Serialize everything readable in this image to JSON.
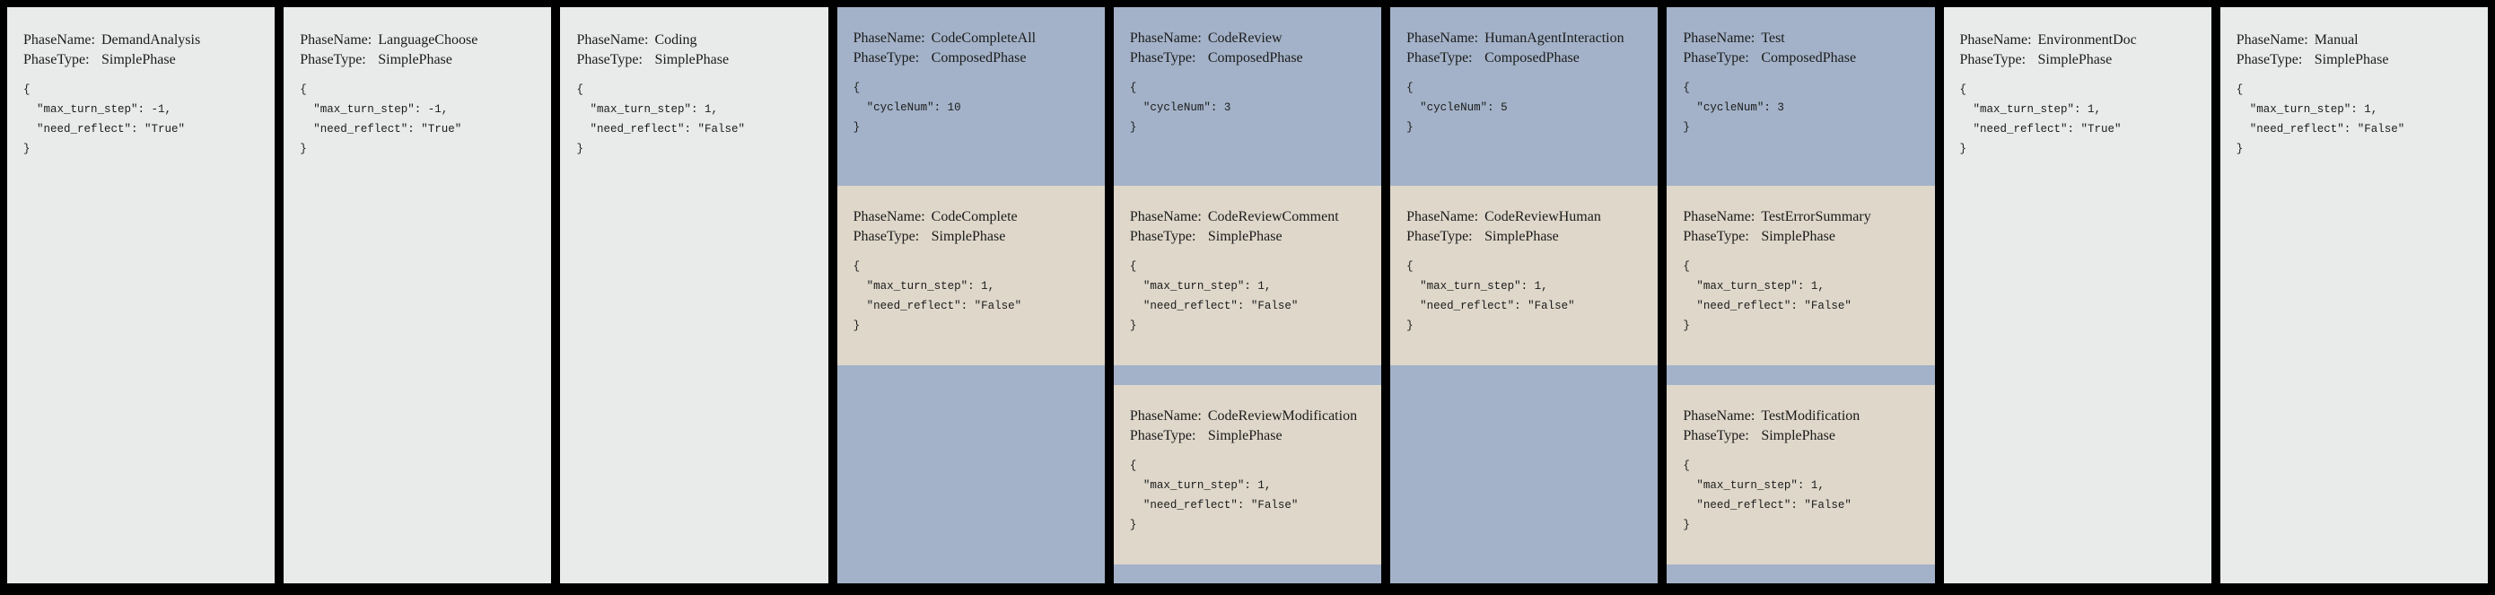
{
  "labels": {
    "phase_name": "PhaseName:",
    "phase_type": "PhaseType:"
  },
  "colors": {
    "background": "#000000",
    "simple_phase_bg": "#e8ebe9",
    "composed_phase_bg": "#a3b2c8",
    "sub_phase_bg": "#ded7ca",
    "text": "#1b1b1b"
  },
  "phases": [
    {
      "name": "DemandAnalysis",
      "type": "SimplePhase",
      "config": [
        "{",
        "  \"max_turn_step\": -1,",
        "  \"need_reflect\": \"True\"",
        "}"
      ]
    },
    {
      "name": "LanguageChoose",
      "type": "SimplePhase",
      "config": [
        "{",
        "  \"max_turn_step\": -1,",
        "  \"need_reflect\": \"True\"",
        "}"
      ]
    },
    {
      "name": "Coding",
      "type": "SimplePhase",
      "config": [
        "{",
        "  \"max_turn_step\": 1,",
        "  \"need_reflect\": \"False\"",
        "}"
      ]
    },
    {
      "name": "CodeCompleteAll",
      "type": "ComposedPhase",
      "config": [
        "{",
        "  \"cycleNum\": 10",
        "}"
      ],
      "children": [
        {
          "name": "CodeComplete",
          "type": "SimplePhase",
          "config": [
            "{",
            "  \"max_turn_step\": 1,",
            "  \"need_reflect\": \"False\"",
            "}"
          ]
        }
      ]
    },
    {
      "name": "CodeReview",
      "type": "ComposedPhase",
      "config": [
        "{",
        "  \"cycleNum\": 3",
        "}"
      ],
      "children": [
        {
          "name": "CodeReviewComment",
          "type": "SimplePhase",
          "config": [
            "{",
            "  \"max_turn_step\": 1,",
            "  \"need_reflect\": \"False\"",
            "}"
          ]
        },
        {
          "name": "CodeReviewModification",
          "type": "SimplePhase",
          "config": [
            "{",
            "  \"max_turn_step\": 1,",
            "  \"need_reflect\": \"False\"",
            "}"
          ]
        }
      ]
    },
    {
      "name": "HumanAgentInteraction",
      "type": "ComposedPhase",
      "config": [
        "{",
        "  \"cycleNum\": 5",
        "}"
      ],
      "children": [
        {
          "name": "CodeReviewHuman",
          "type": "SimplePhase",
          "config": [
            "{",
            "  \"max_turn_step\": 1,",
            "  \"need_reflect\": \"False\"",
            "}"
          ]
        }
      ]
    },
    {
      "name": "Test",
      "type": "ComposedPhase",
      "config": [
        "{",
        "  \"cycleNum\": 3",
        "}"
      ],
      "children": [
        {
          "name": "TestErrorSummary",
          "type": "SimplePhase",
          "config": [
            "{",
            "  \"max_turn_step\": 1,",
            "  \"need_reflect\": \"False\"",
            "}"
          ]
        },
        {
          "name": "TestModification",
          "type": "SimplePhase",
          "config": [
            "{",
            "  \"max_turn_step\": 1,",
            "  \"need_reflect\": \"False\"",
            "}"
          ]
        }
      ]
    },
    {
      "name": "EnvironmentDoc",
      "type": "SimplePhase",
      "config": [
        "{",
        "  \"max_turn_step\": 1,",
        "  \"need_reflect\": \"True\"",
        "}"
      ]
    },
    {
      "name": "Manual",
      "type": "SimplePhase",
      "config": [
        "{",
        "  \"max_turn_step\": 1,",
        "  \"need_reflect\": \"False\"",
        "}"
      ]
    }
  ]
}
